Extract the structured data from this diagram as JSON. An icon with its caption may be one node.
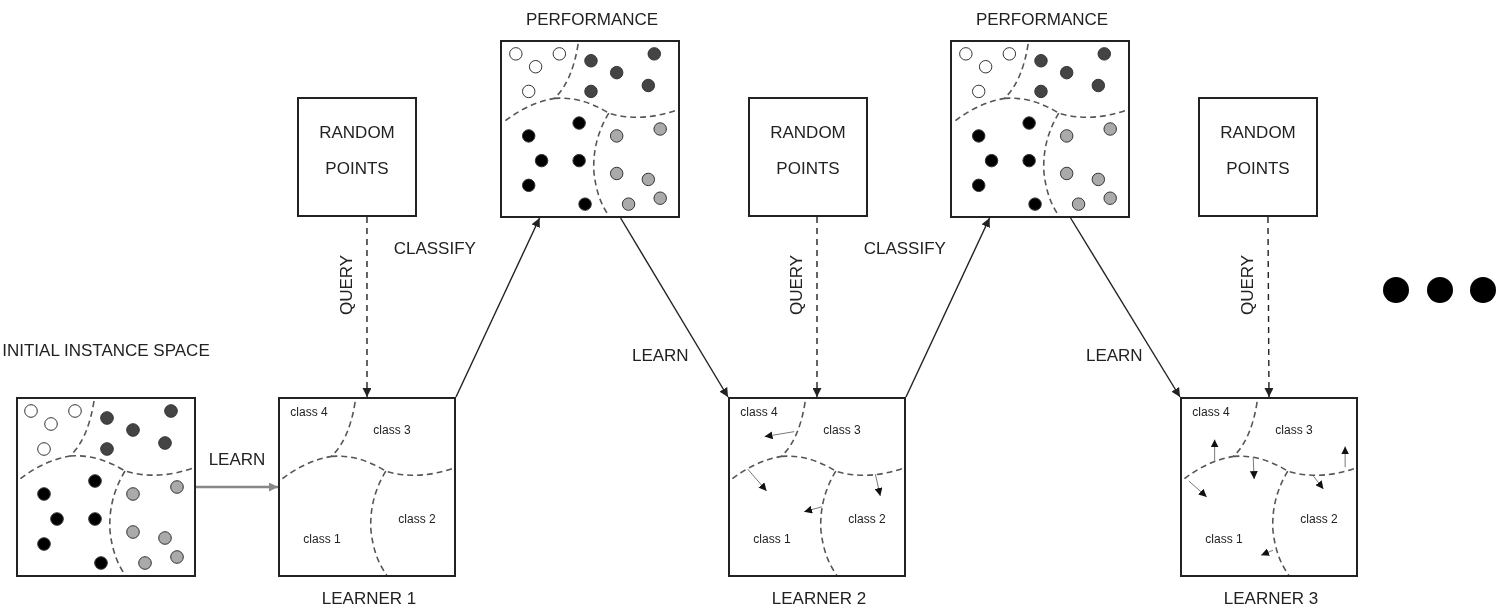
{
  "diagram": {
    "nodes": [
      {
        "text": [
          "INITIAL INSTANCE SPACE"
        ]
      },
      {
        "text": [
          "class 4",
          "class 3",
          "class 2",
          "class 1",
          "LEARNER 1"
        ]
      },
      {
        "text": [
          "RANDOM POINTS"
        ]
      },
      {
        "text": [
          "PERFORMANCE"
        ]
      },
      {
        "text": [
          "class 4",
          "class 3",
          "class 2",
          "class 1",
          "LEARNER 2"
        ]
      },
      {
        "text": [
          "RANDOM POINTS"
        ]
      },
      {
        "text": [
          "PERFORMANCE"
        ]
      },
      {
        "text": [
          "class 4",
          "class 3",
          "class 2",
          "class 1",
          "LEARNER 3"
        ]
      },
      {
        "text": [
          "RANDOM POINTS"
        ]
      }
    ],
    "edges": [
      {
        "from": 0,
        "to": 1,
        "arrow": "to",
        "label": "LEARN",
        "color": "#888888"
      },
      {
        "from": 2,
        "to": 1,
        "arrow": "to",
        "label": "QUERY",
        "style": "dashed"
      },
      {
        "from": 1,
        "to": 3,
        "arrow": "to",
        "label": "CLASSIFY"
      },
      {
        "from": 3,
        "to": 4,
        "arrow": "to",
        "label": "LEARN"
      },
      {
        "from": 5,
        "to": 4,
        "arrow": "to",
        "label": "QUERY",
        "style": "dashed"
      },
      {
        "from": 4,
        "to": 6,
        "arrow": "to",
        "label": "CLASSIFY"
      },
      {
        "from": 6,
        "to": 7,
        "arrow": "to",
        "label": "LEARN"
      },
      {
        "from": 8,
        "to": 7,
        "arrow": "to",
        "label": "QUERY",
        "style": "dashed"
      }
    ]
  }
}
